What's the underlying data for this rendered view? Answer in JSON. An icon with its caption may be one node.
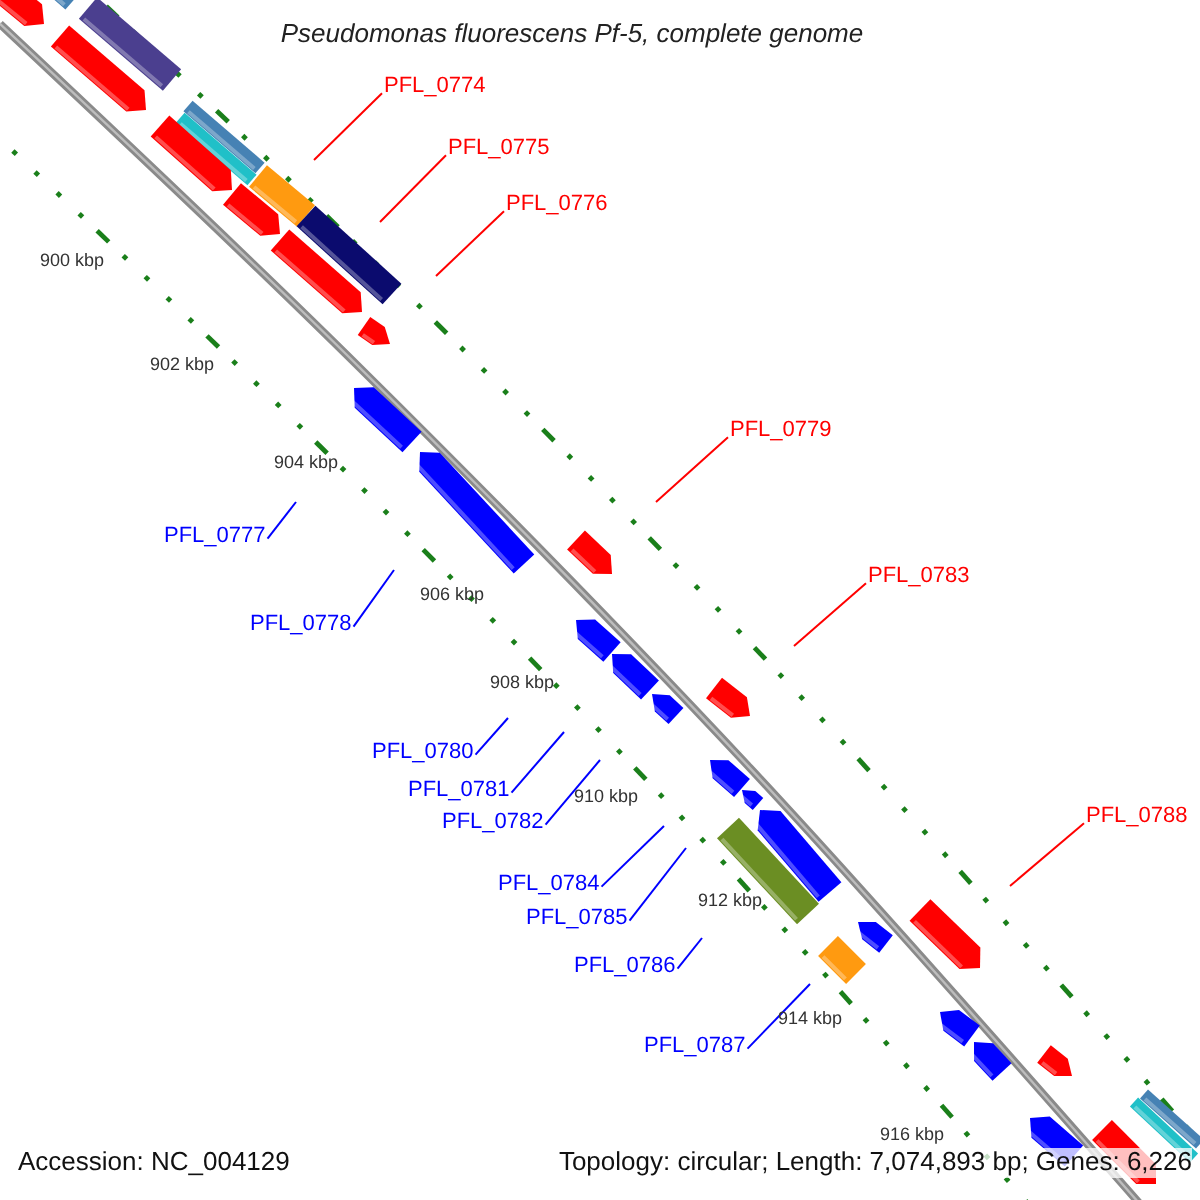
{
  "diagram": {
    "title": "Pseudomonas fluorescens Pf-5, complete genome",
    "nodes": [
      {
        "text": [
          "PFL_0774"
        ]
      },
      {
        "text": [
          "PFL_0775"
        ]
      },
      {
        "text": [
          "PFL_0776"
        ]
      },
      {
        "text": [
          "PFL_0777"
        ]
      },
      {
        "text": [
          "PFL_0778"
        ]
      },
      {
        "text": [
          "PFL_0779"
        ]
      },
      {
        "text": [
          "PFL_0780"
        ]
      },
      {
        "text": [
          "PFL_0781"
        ]
      },
      {
        "text": [
          "PFL_0782"
        ]
      },
      {
        "text": [
          "PFL_0783"
        ]
      },
      {
        "text": [
          "PFL_0784"
        ]
      },
      {
        "text": [
          "PFL_0785"
        ]
      },
      {
        "text": [
          "PFL_0786"
        ]
      },
      {
        "text": [
          "PFL_0787"
        ]
      },
      {
        "text": [
          "PFL_0788"
        ]
      }
    ],
    "edges": [
      {
        "from": 0,
        "to": null,
        "arrow": "none",
        "color": "#ff0000"
      },
      {
        "from": 1,
        "to": null,
        "arrow": "none",
        "color": "#ff0000"
      },
      {
        "from": 2,
        "to": null,
        "arrow": "none",
        "color": "#ff0000"
      },
      {
        "from": 3,
        "to": null,
        "arrow": "none"
      },
      {
        "from": 4,
        "to": null,
        "arrow": "none"
      },
      {
        "from": 5,
        "to": null,
        "arrow": "none",
        "color": "#ff0000"
      },
      {
        "from": 6,
        "to": null,
        "arrow": "none"
      },
      {
        "from": 7,
        "to": null,
        "arrow": "none"
      },
      {
        "from": 8,
        "to": null,
        "arrow": "none"
      },
      {
        "from": 9,
        "to": null,
        "arrow": "none",
        "color": "#ff0000"
      },
      {
        "from": 10,
        "to": null,
        "arrow": "none"
      },
      {
        "from": 11,
        "to": null,
        "arrow": "none"
      },
      {
        "from": 12,
        "to": null,
        "arrow": "none"
      },
      {
        "from": 13,
        "to": null,
        "arrow": "none"
      },
      {
        "from": 14,
        "to": null,
        "arrow": "none",
        "color": "#ff0000"
      }
    ],
    "labels": [
      "900 kbp",
      "902 kbp",
      "904 kbp",
      "906 kbp",
      "908 kbp",
      "910 kbp",
      "912 kbp",
      "914 kbp",
      "916 kbp",
      "Accession: NC_004129",
      "Topology: circular; Length: 7,074,893 bp; Genes: 6,226"
    ]
  }
}
